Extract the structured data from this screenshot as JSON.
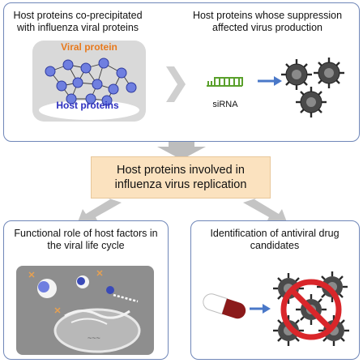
{
  "top_panel": {
    "left_title": "Host proteins co-precipitated with influenza viral proteins",
    "right_title": "Host proteins whose suppression affected virus production",
    "viral_protein_label": "Viral protein",
    "host_proteins_label": "Host proteins",
    "sirna_label": "siRNA"
  },
  "center_box": {
    "text": "Host proteins involved in influenza virus replication"
  },
  "bottom_left": {
    "title": "Functional role of host factors in the viral life cycle"
  },
  "bottom_right": {
    "title": "Identification of antiviral drug candidates"
  },
  "colors": {
    "panel_border": "#6f86b8",
    "center_box_fill": "#fbe2bf",
    "viral_protein_text": "#e87a1e",
    "host_protein_node": "#6f7fe0",
    "sirna": "#5aa02c",
    "arrow_blue": "#4a78c8",
    "no_sign_red": "#d9262a",
    "pill_red": "#8b1a1a"
  },
  "icons": [
    "right-arrow-icon",
    "down-arrow-icon",
    "virus-icon",
    "sirna-icon",
    "pill-icon",
    "no-sign-icon"
  ]
}
